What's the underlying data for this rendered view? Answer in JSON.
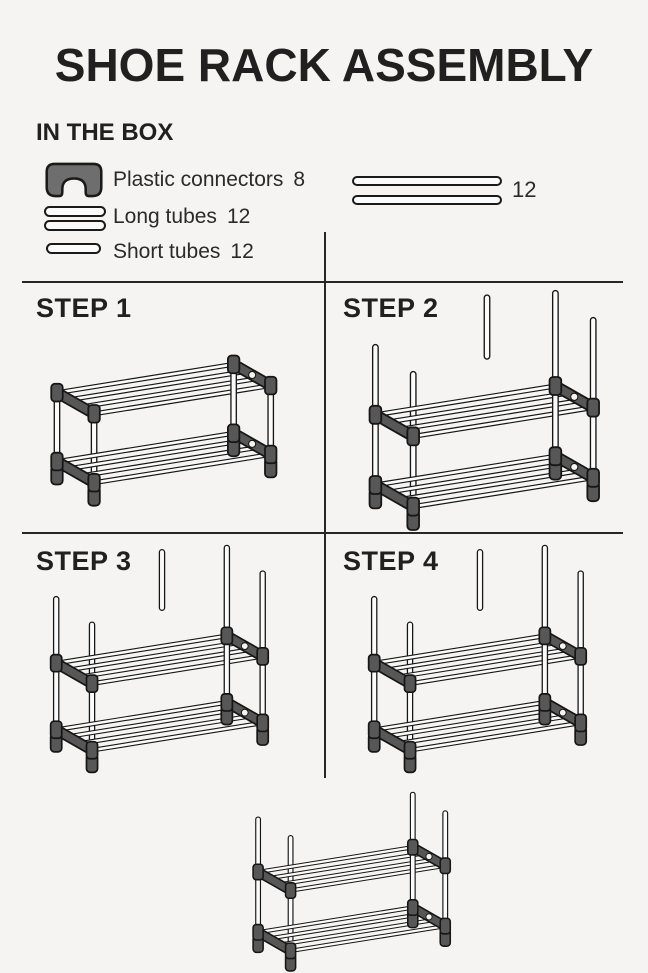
{
  "title": "SHOE RACK ASSEMBLY",
  "in_the_box": {
    "heading": "IN THE BOX",
    "items": [
      {
        "icon": "plastic-connector-icon",
        "label": "Plastic connectors",
        "qty": "8"
      },
      {
        "icon": "long-tube-icon",
        "label": "Long tubes",
        "qty": "12"
      },
      {
        "icon": "short-tube-icon",
        "label": "Short tubes",
        "qty": "12"
      }
    ],
    "loose_tubes_qty": "12"
  },
  "steps": [
    {
      "label": "STEP 1",
      "illustration": "single-tier-frame"
    },
    {
      "label": "STEP 2",
      "illustration": "two-tier-rack-tall-posts"
    },
    {
      "label": "STEP 3",
      "illustration": "two-tier-rack-tall-posts"
    },
    {
      "label": "STEP 4",
      "illustration": "two-tier-rack-tall-posts"
    }
  ],
  "final_illustration": "assembled-two-tier-rack",
  "colors": {
    "background": "#f5f4f2",
    "ink": "#1a1a1a",
    "connector_gray": "#575757",
    "tube_white": "#fbfbfb",
    "divider": "#262626"
  }
}
